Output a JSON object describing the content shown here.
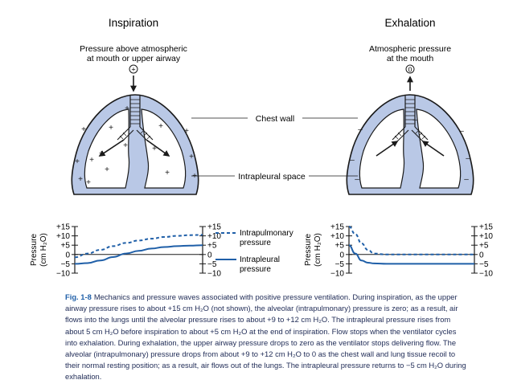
{
  "panels": {
    "inspiration": {
      "title": "Inspiration",
      "note_line1": "Pressure above atmospheric",
      "note_line2": "at mouth or upper airway",
      "sign": "+"
    },
    "exhalation": {
      "title": "Exhalation",
      "note_line1": "Atmospheric pressure",
      "note_line2": "at the mouth",
      "sign": "0"
    }
  },
  "callouts": {
    "chest_wall": "Chest wall",
    "intrapleural_space": "Intrapleural space"
  },
  "colors": {
    "pleural_fill": "#b9c8e6",
    "lung_fill": "#ffffff",
    "outline": "#1a1a1a",
    "curve": "#1f5fa8",
    "caption_label": "#1f5fa8",
    "caption_text": "#1e2a55"
  },
  "axis": {
    "ylabel_line1": "Pressure",
    "ylabel_line2": "(cm H₂O)",
    "ticks": [
      "+15",
      "+10",
      "+5",
      "0",
      "−5",
      "−10"
    ],
    "tick_values": [
      15,
      10,
      5,
      0,
      -5,
      -10
    ]
  },
  "legend": {
    "intrapulmonary_line1": "Intrapulmonary",
    "intrapulmonary_line2": "pressure",
    "intrapleural_line1": "Intrapleural",
    "intrapleural_line2": "pressure"
  },
  "chart_data": [
    {
      "type": "line",
      "phase": "Inspiration",
      "ylim": [
        -10,
        15
      ],
      "x": [
        0,
        0.1,
        0.2,
        0.3,
        0.4,
        0.5,
        0.6,
        0.7,
        0.8,
        0.9,
        1.0
      ],
      "series": [
        {
          "name": "Intrapulmonary pressure",
          "style": "dashed",
          "values": [
            -1.5,
            0.5,
            2.5,
            4.5,
            6.2,
            7.5,
            8.5,
            9.4,
            10.0,
            10.4,
            10.5
          ]
        },
        {
          "name": "Intrapleural pressure",
          "style": "solid",
          "values": [
            -5,
            -4.6,
            -3.2,
            -1.4,
            0.5,
            2.0,
            3.2,
            4.0,
            4.5,
            4.8,
            5.0
          ]
        }
      ]
    },
    {
      "type": "line",
      "phase": "Exhalation",
      "ylim": [
        -10,
        15
      ],
      "x": [
        0,
        0.05,
        0.1,
        0.15,
        0.2,
        0.3,
        0.4,
        0.5,
        0.6,
        0.7,
        0.8,
        0.9,
        1.0
      ],
      "series": [
        {
          "name": "Intrapulmonary pressure",
          "style": "dashed",
          "values": [
            15,
            11,
            6,
            2.5,
            0.5,
            0,
            0,
            0,
            0,
            0,
            0,
            0,
            0
          ]
        },
        {
          "name": "Intrapleural pressure",
          "style": "solid",
          "values": [
            5,
            0.5,
            -3.2,
            -4.4,
            -4.8,
            -5,
            -5,
            -5,
            -5,
            -5,
            -5,
            -5,
            -5
          ]
        }
      ]
    }
  ],
  "caption": {
    "label": "Fig. 1-8",
    "text": "Mechanics and pressure waves associated with positive pressure ventilation. During inspiration, as the upper airway pressure rises to about +15 cm H₂O (not shown), the alveolar (intrapulmonary) pressure is zero; as a result, air flows into the lungs until the alveolar pressure rises to about +9 to +12 cm H₂O. The intrapleural pressure rises from about 5 cm H₂O before inspiration to about +5 cm H₂O at the end of inspiration. Flow stops when the ventilator cycles into exhalation. During exhalation, the upper airway pressure drops to zero as the ventilator stops delivering flow. The alveolar (intrapulmonary) pressure drops from about +9 to +12 cm H₂O to 0 as the chest wall and lung tissue recoil to their normal resting position; as a result, air flows out of the lungs. The intrapleural pressure returns to −5 cm H₂O during exhalation."
  }
}
